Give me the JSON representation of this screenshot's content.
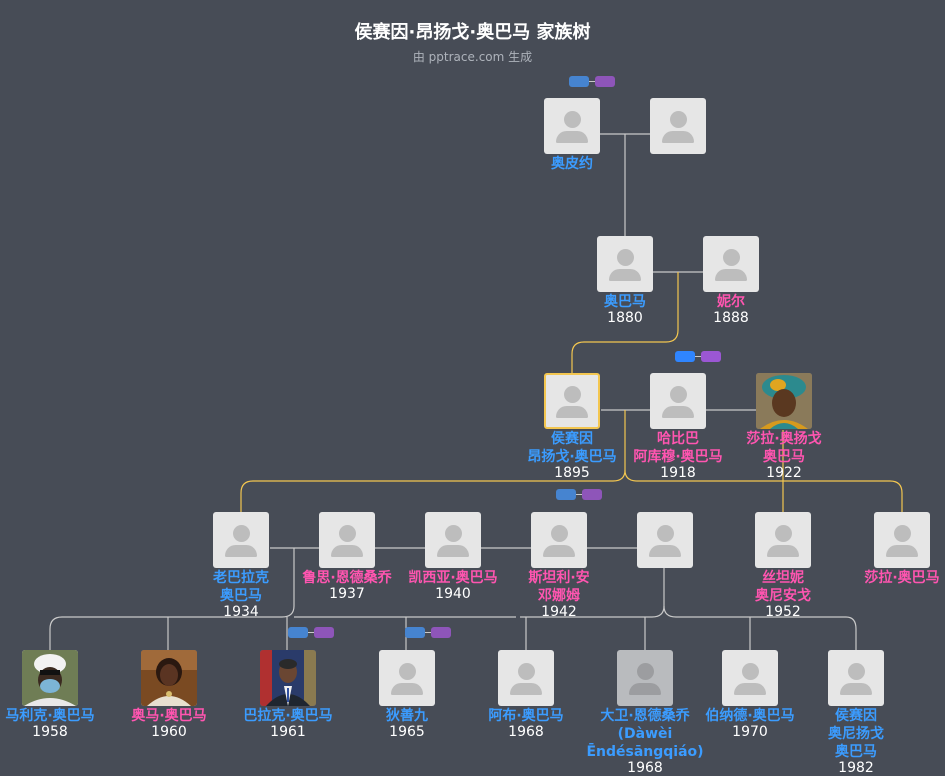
{
  "header": {
    "title": "侯赛因·昂扬戈·奥巴马 家族树",
    "subtitle": "由 pptrace.com 生成"
  },
  "colors": {
    "background": "#474c56",
    "male": "#3b9cff",
    "female": "#ff55b0",
    "highlight_line": "#f3c650",
    "line": "#c9c9c9"
  },
  "people": {
    "p_opiyo": {
      "lines": [
        "奥皮约"
      ],
      "year": "",
      "sex": "m"
    },
    "p_opiyo_wife": {
      "lines": [],
      "year": "",
      "sex": "f"
    },
    "p_obama": {
      "lines": [
        "奥巴马"
      ],
      "year": "1880",
      "sex": "m"
    },
    "p_nyaoke": {
      "lines": [
        "妮尔"
      ],
      "year": "1888",
      "sex": "f"
    },
    "p_hussein": {
      "lines": [
        "侯赛因",
        "昂扬戈·奥巴马"
      ],
      "year": "1895",
      "sex": "m"
    },
    "p_habiba": {
      "lines": [
        "哈比巴",
        "阿库穆·奥巴马"
      ],
      "year": "1918",
      "sex": "f"
    },
    "p_sarah": {
      "lines": [
        "莎拉·奥扬戈",
        "奥巴马"
      ],
      "year": "1922",
      "sex": "f"
    },
    "p_barack_sr": {
      "lines": [
        "老巴拉克",
        "奥巴马"
      ],
      "year": "1934",
      "sex": "m"
    },
    "p_ruth": {
      "lines": [
        "鲁思·恩德桑乔"
      ],
      "year": "1937",
      "sex": "f"
    },
    "p_kezia": {
      "lines": [
        "凯西亚·奥巴马"
      ],
      "year": "1940",
      "sex": "f"
    },
    "p_stanley": {
      "lines": [
        "斯坦利·安",
        "邓娜姆"
      ],
      "year": "1942",
      "sex": "f"
    },
    "p_unknown": {
      "lines": [],
      "year": "",
      "sex": "f"
    },
    "p_zeituni": {
      "lines": [
        "丝坦妮",
        "奥尼安戈"
      ],
      "year": "1952",
      "sex": "f"
    },
    "p_sarah2": {
      "lines": [
        "莎拉·奥巴马"
      ],
      "year": "",
      "sex": "f"
    },
    "p_malik": {
      "lines": [
        "马利克·奥巴马"
      ],
      "year": "1958",
      "sex": "m"
    },
    "p_auma": {
      "lines": [
        "奥马·奥巴马"
      ],
      "year": "1960",
      "sex": "f"
    },
    "p_barack": {
      "lines": [
        "巴拉克·奥巴马"
      ],
      "year": "1961",
      "sex": "m"
    },
    "p_dishanjiu": {
      "lines": [
        "狄善九"
      ],
      "year": "1965",
      "sex": "m"
    },
    "p_abo": {
      "lines": [
        "阿布·奥巴马"
      ],
      "year": "1968",
      "sex": "m"
    },
    "p_david": {
      "lines": [
        "大卫·恩德桑乔",
        "(Dàwèi",
        "Ēndésāngqiáo)"
      ],
      "year": "1968",
      "sex": "m"
    },
    "p_bernard": {
      "lines": [
        "伯纳德·奥巴马"
      ],
      "year": "1970",
      "sex": "m"
    },
    "p_hussein2": {
      "lines": [
        "侯赛因",
        "奥尼扬戈",
        "奥巴马"
      ],
      "year": "1982",
      "sex": "m"
    }
  }
}
